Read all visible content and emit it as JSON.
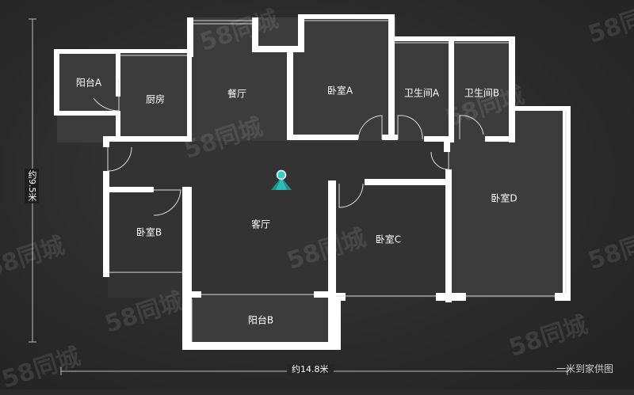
{
  "rooms": {
    "balcony_a": "阳台A",
    "kitchen": "厨房",
    "dining": "餐厅",
    "bedroom_a": "卧室A",
    "bathroom_a": "卫生间A",
    "bathroom_b": "卫生间B",
    "bedroom_b": "卧室B",
    "living": "客厅",
    "bedroom_c": "卧室C",
    "bedroom_d": "卧室D",
    "balcony_b": "阳台B"
  },
  "dimensions": {
    "height": "约9.5米",
    "width": "约14.8米"
  },
  "scale_note": "一米到家供图",
  "watermark": "58同城",
  "colors": {
    "background": "#2b2b2b",
    "wall": "#ffffff",
    "compass_accent": "#2fd3c8"
  }
}
